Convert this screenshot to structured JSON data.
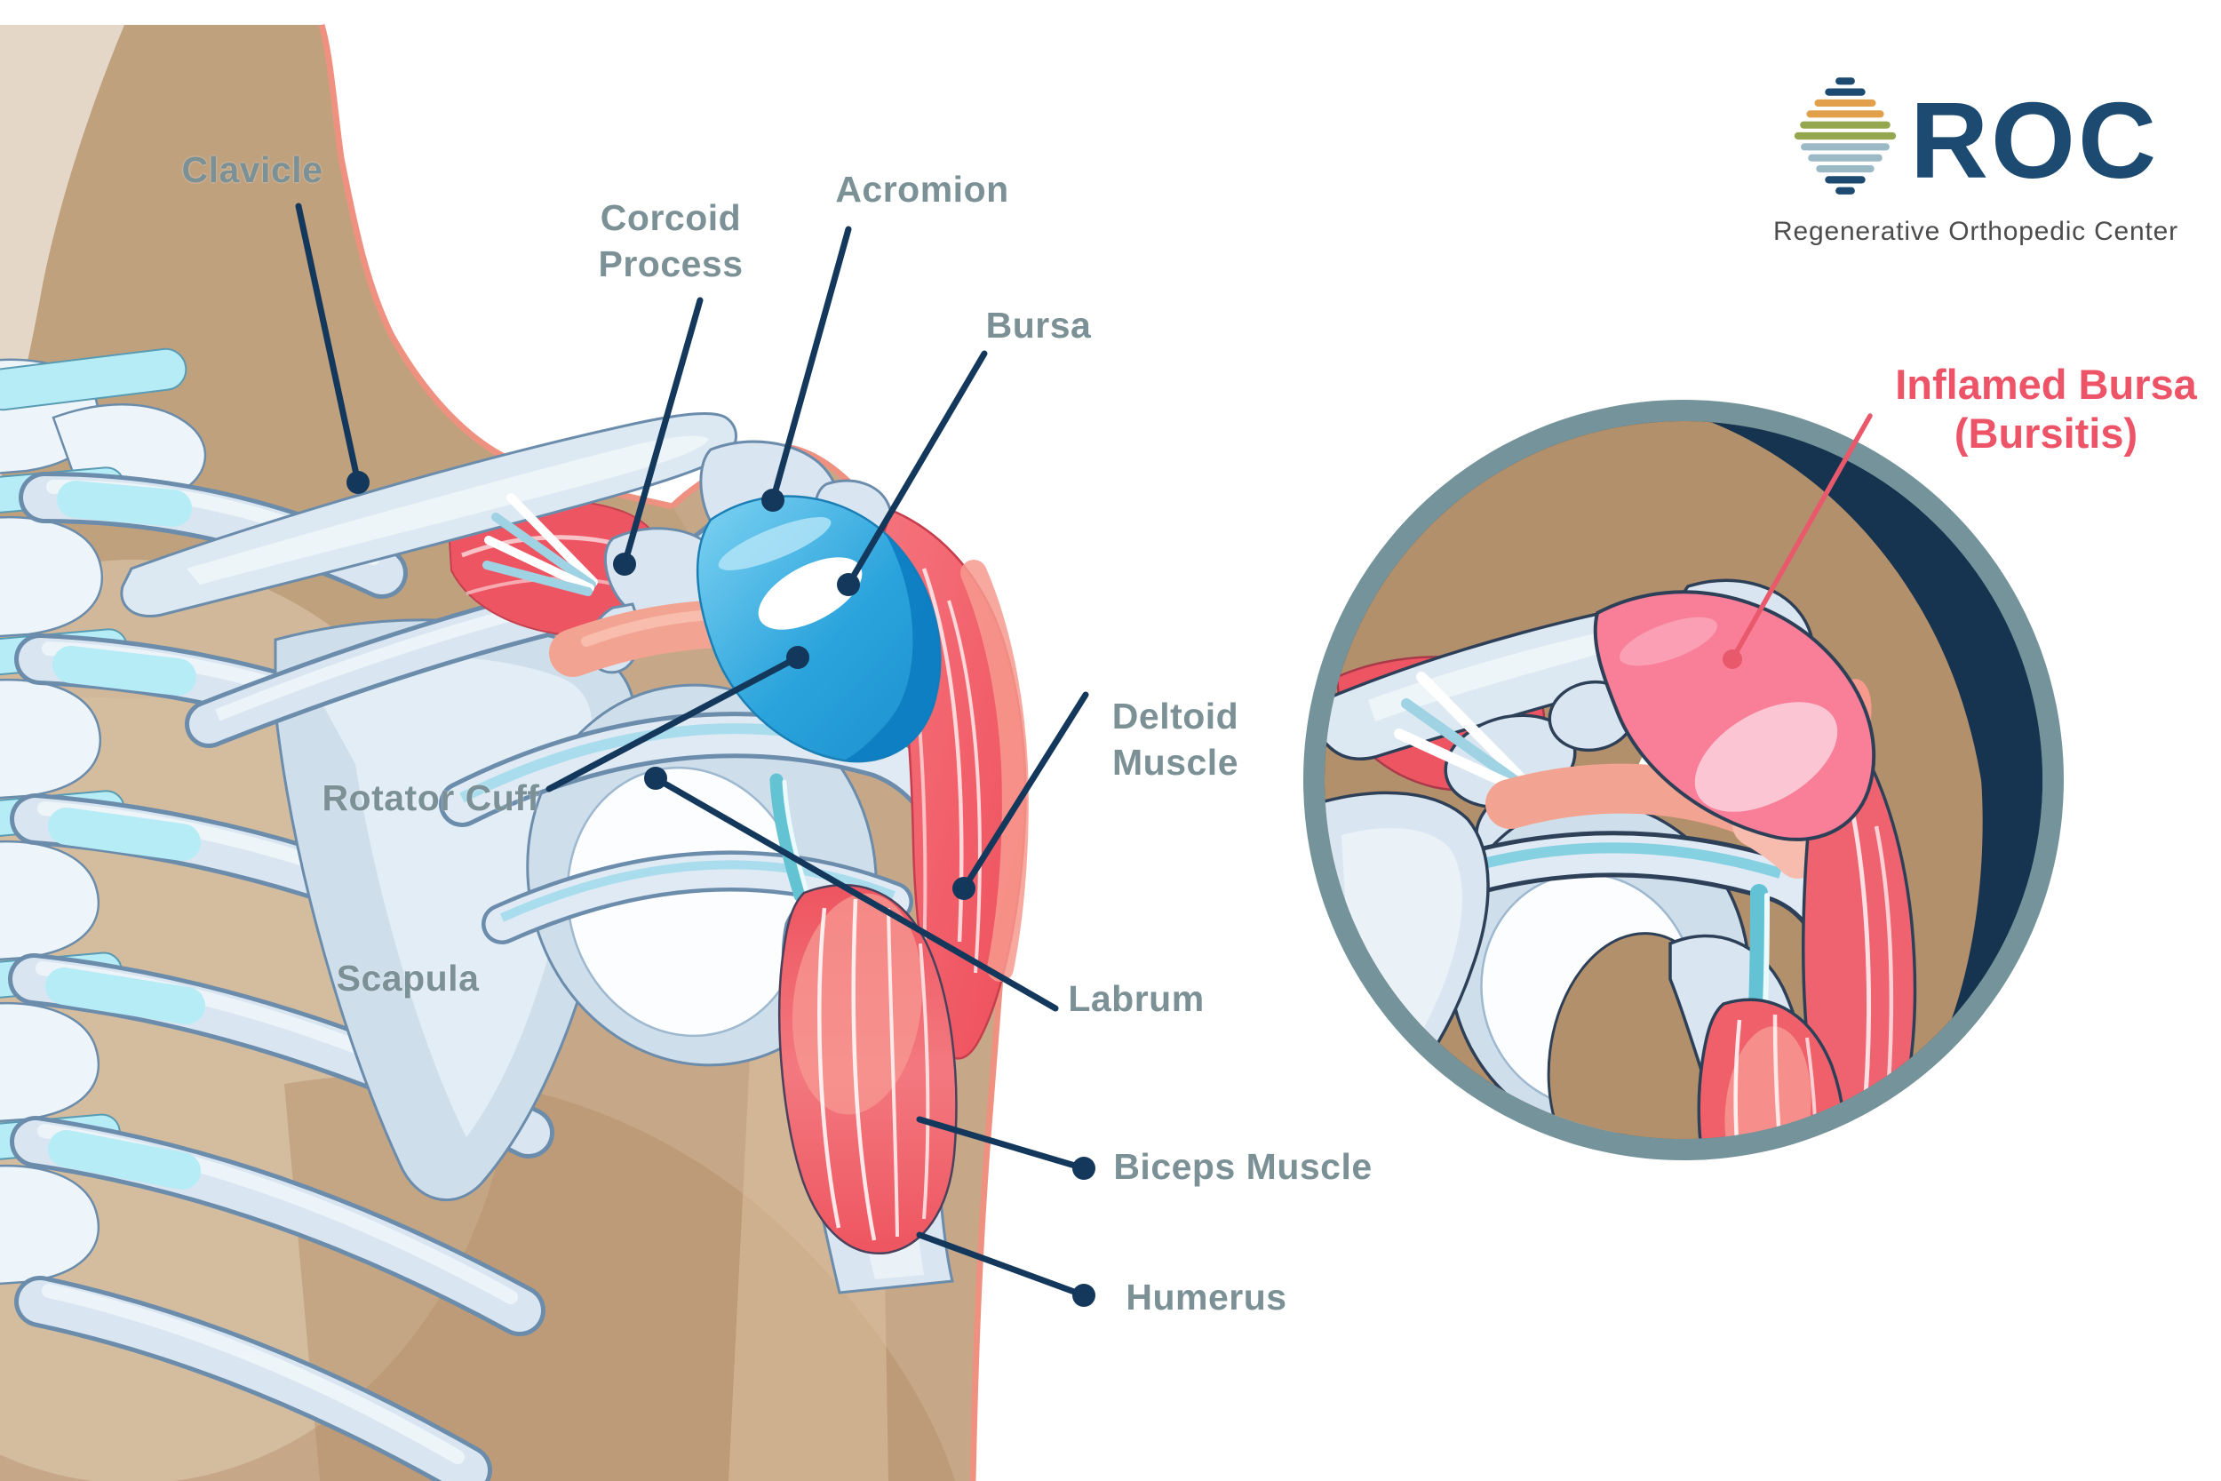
{
  "page": {
    "background": "#ffffff",
    "description": "Shoulder anatomy diagram with bursitis inset"
  },
  "logo": {
    "brand": "ROC",
    "tagline": "Regenerative Orthopedic Center",
    "brand_color": "#1d4a70",
    "tagline_color": "#4c4c4e",
    "icon": "diamond-bars-icon",
    "icon_bar_colors": [
      "#1d4a70",
      "#1d4a70",
      "#e3a04b",
      "#e3a04b",
      "#94a74e",
      "#94a74e",
      "#9cbac6",
      "#9cbac6",
      "#9cbac6",
      "#1d4a70",
      "#1d4a70"
    ]
  },
  "anatomy_labels": [
    {
      "id": "clavicle",
      "lines": [
        "Clavicle"
      ]
    },
    {
      "id": "corcoid-process",
      "lines": [
        "Corcoid",
        "Process"
      ]
    },
    {
      "id": "acromion",
      "lines": [
        "Acromion"
      ]
    },
    {
      "id": "bursa",
      "lines": [
        "Bursa"
      ]
    },
    {
      "id": "deltoid-muscle",
      "lines": [
        "Deltoid",
        "Muscle"
      ]
    },
    {
      "id": "rotator-cuff",
      "lines": [
        "Rotator Cuff"
      ]
    },
    {
      "id": "scapula",
      "lines": [
        "Scapula"
      ]
    },
    {
      "id": "labrum",
      "lines": [
        "Labrum"
      ]
    },
    {
      "id": "biceps-muscle",
      "lines": [
        "Biceps Muscle"
      ]
    },
    {
      "id": "humerus",
      "lines": [
        "Humerus"
      ]
    }
  ],
  "inset_label": {
    "lines": [
      "Inflamed Bursa",
      "(Bursitis)"
    ],
    "color": "#ee5468"
  },
  "colors": {
    "label_gray": "#7b9196",
    "leader_navy": "#14385c",
    "highlight_red": "#ee5468",
    "skin": "#c6a888",
    "skin_edge": "#ef9181",
    "bone_light": "#dce9f3",
    "bone_outline": "#6b8cab",
    "cartilage_cyan": "#b5ecf6",
    "muscle_red": "#f0606a",
    "tendon_salmon": "#f3a392",
    "bursa_blue": "#2aa3dc",
    "inflamed_pink": "#f97e98",
    "inset_navy": "#16334f",
    "inset_ring": "#75939a",
    "inset_tan": "#b3906c"
  }
}
